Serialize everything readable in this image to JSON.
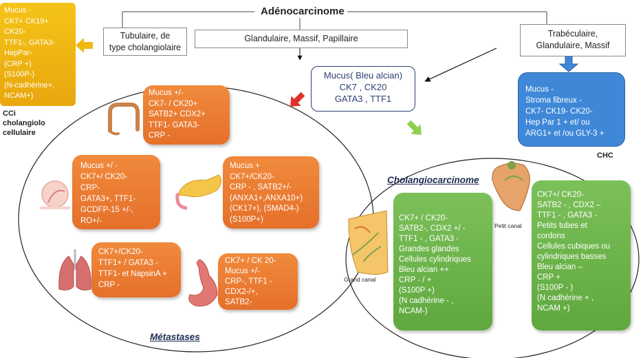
{
  "title": "Adénocarcinome",
  "branches": {
    "left": [
      "Tubulaire, de",
      "type cholangiolaire"
    ],
    "center": [
      "Glandulaire, Massif, Papillaire"
    ],
    "right": [
      "Trabéculaire,",
      "Glandulaire, Massif"
    ]
  },
  "cci_box": [
    "Mucus -",
    "CK7+ CK19+",
    "CK20-",
    "TTF1-, GATA3-",
    "HepPar-",
    "(CRP +)",
    "(S100P-)",
    "(N-cadhérine+,",
    "NCAM+)"
  ],
  "cci_label": [
    "CCi",
    "cholangiolo",
    "cellulaire"
  ],
  "chc_box": [
    "Mucus -",
    "Stroma fibreux -",
    "CK7- CK19- CK20-",
    "Hep Par 1 + et/ ou",
    "ARG1+ et /ou GLY-3 +"
  ],
  "chc_label": "CHC",
  "mucus_box": [
    "Mucus( Bleu alcian)",
    "CK7 , CK20",
    "GATA3 , TTF1"
  ],
  "metastases": {
    "label": "Métastases",
    "colon": [
      "Mucus +/-",
      "CK7-  / CK20+",
      "SATB2+ CDX2+",
      "TTF1- GATA3-",
      "CRP -"
    ],
    "breast": [
      "Mucus +/ -",
      "CK7+/  CK20-",
      "CRP-",
      "GATA3+, TTF1-",
      "GCDFP-15  +/-,",
      "RO+/-"
    ],
    "pancreas": [
      "Mucus +",
      "CK7+/CK20-",
      "CRP - , SATB2+/-",
      "(ANXA1+,ANXA10+)",
      "(CK17+), (SMAD4-)",
      "(S100P+)"
    ],
    "lung": [
      "CK7+/CK20-",
      "TTF1+ / GATA3 -",
      "TTF1- et NapsinA +",
      "CRP -"
    ],
    "stomach": [
      "CK7+ / CK 20-",
      "Mucus +/-",
      "CRP-, TTF1 -",
      "CDX2-/+,",
      "SATB2-"
    ]
  },
  "cholangio": {
    "label": "Cholangiocarcinome",
    "grand": [
      "CK7+ / CK20-",
      "SATB2-, CDX2 +/ -",
      "TTF1 - , GATA3 -",
      "Grandes glandes",
      "Cellules cylindriques",
      "Bleu  alcian   ++",
      "CRP  - / +",
      "(S100P +)",
      "(N cadhérine   - ,",
      "NCAM-)"
    ],
    "petit": [
      "CK7+/ CK20-",
      "SATB2 - , CDX2 –",
      "TTF1 - , GATA3  -",
      "Petits tubes et",
      "cordons",
      "Cellules cubiques ou",
      "cylindriques basses",
      "Bleu  alcian   –",
      "CRP +",
      "(S100P - )",
      "(N cadhérine   + ,",
      "NCAM +)"
    ],
    "grand_label": "Grand canal",
    "petit_label": "Petit canal"
  },
  "colors": {
    "orange": "#e97a31",
    "green": "#69b246",
    "blue": "#3f88d8",
    "yellow": "#f0b812",
    "navy": "#2d3f73",
    "arrow_red": "#e0302a",
    "arrow_green": "#8fcf52"
  }
}
